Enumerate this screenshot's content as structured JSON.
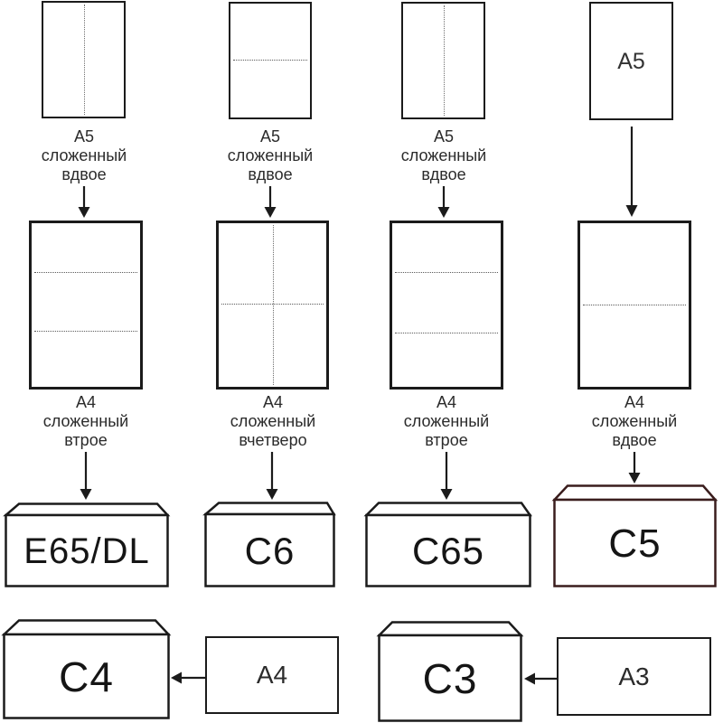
{
  "colors": {
    "stroke": "#1b1b1b",
    "fold_line": "#5a5a5a",
    "c5_body": "#f5a3a0",
    "c5_flap": "#f7adaa",
    "c5_stroke": "#3a1d1d"
  },
  "row1": {
    "sheets": [
      {
        "caption": [
          "A5",
          "сложенный",
          "вдвое"
        ],
        "fold": "vertical"
      },
      {
        "caption": [
          "A5",
          "сложенный",
          "вдвое"
        ],
        "fold": "horizontal"
      },
      {
        "caption": [
          "A5",
          "сложенный",
          "вдвое"
        ],
        "fold": "vertical"
      },
      {
        "inner_label": "A5",
        "fold": "none"
      }
    ]
  },
  "row2": {
    "sheets": [
      {
        "caption": [
          "A4",
          "сложенный",
          "втрое"
        ],
        "fold": "two-horizontal"
      },
      {
        "caption": [
          "A4",
          "сложенный",
          "вчетверо"
        ],
        "fold": "cross"
      },
      {
        "caption": [
          "A4",
          "сложенный",
          "втрое"
        ],
        "fold": "two-horizontal"
      },
      {
        "caption": [
          "A4",
          "сложенный",
          "вдвое"
        ],
        "fold": "horizontal"
      }
    ]
  },
  "row3": {
    "envelopes": [
      {
        "label": "E65/DL",
        "highlighted": false
      },
      {
        "label": "C6",
        "highlighted": false
      },
      {
        "label": "C65",
        "highlighted": false
      },
      {
        "label": "C5",
        "highlighted": true
      }
    ]
  },
  "row4": {
    "envelope_c4": {
      "label": "C4"
    },
    "sheet_a4": {
      "label": "A4"
    },
    "envelope_c3": {
      "label": "C3"
    },
    "sheet_a3": {
      "label": "A3"
    }
  }
}
